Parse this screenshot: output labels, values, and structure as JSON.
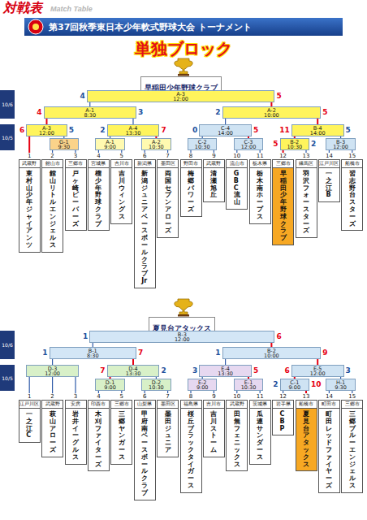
{
  "diagram": {
    "title": "第37回秋季東日本少年軟式野球大会 トーナメント",
    "nodes": [
      {
        "text": [
          "早稲田少年野球クラブ"
        ]
      },
      {
        "text": [
          "A-3",
          "12:00"
        ]
      },
      {
        "text": [
          "A-1",
          "8:30"
        ]
      },
      {
        "text": [
          "A-2",
          "10:00"
        ]
      },
      {
        "text": [
          "A-3",
          "12:00"
        ]
      },
      {
        "text": [
          "A-4",
          "13:30"
        ]
      },
      {
        "text": [
          "C-4",
          "14:00"
        ]
      },
      {
        "text": [
          "B-4",
          "14:00"
        ]
      },
      {
        "text": [
          "G-1",
          "9:30"
        ]
      },
      {
        "text": [
          "A-1",
          "9:00"
        ]
      },
      {
        "text": [
          "A-2",
          "10:30"
        ]
      },
      {
        "text": [
          "C-2",
          "10:30"
        ]
      },
      {
        "text": [
          "C-3",
          "12:00"
        ]
      },
      {
        "text": [
          "B-2",
          "10:30"
        ]
      },
      {
        "text": [
          "B-3",
          "12:00"
        ]
      },
      {
        "text": [
          "1",
          "武蔵野",
          "東村山少年ジャイアンツ"
        ]
      },
      {
        "text": [
          "2",
          "館山市",
          "館山リトルエンジェルス"
        ]
      },
      {
        "text": [
          "3",
          "三郷市",
          "戸ヶ崎ビーバーズ"
        ]
      },
      {
        "text": [
          "4",
          "宮城県",
          "榴少年野球クラブ"
        ]
      },
      {
        "text": [
          "5",
          "吉川市",
          "吉川ウィングス"
        ]
      },
      {
        "text": [
          "6",
          "新潟県",
          "新潟ジュニアベースボールクラブJr"
        ]
      },
      {
        "text": [
          "7",
          "墨田区",
          "両国セブンアローズ"
        ]
      },
      {
        "text": [
          "8",
          "野田市",
          "梅郷パワーズ"
        ]
      },
      {
        "text": [
          "9",
          "武蔵野",
          "清瀬旭丘"
        ]
      },
      {
        "text": [
          "10",
          "流山市",
          "GBC流山"
        ]
      },
      {
        "text": [
          "11",
          "栃木県",
          "栃木南ホープス"
        ]
      },
      {
        "text": [
          "12",
          "三郷市",
          "早稲田少年野球クラブ"
        ]
      },
      {
        "text": [
          "13",
          "練馬区",
          "羽沢フォースターズ"
        ]
      },
      {
        "text": [
          "14",
          "江戸川区",
          "一之江B"
        ]
      },
      {
        "text": [
          "15",
          "船橋市",
          "習志野台スターズ"
        ]
      },
      {
        "text": [
          "夏見台アタックス"
        ]
      },
      {
        "text": [
          "B-3",
          "12:00"
        ]
      },
      {
        "text": [
          "B-1",
          "8:30"
        ]
      },
      {
        "text": [
          "B-2",
          "10:00"
        ]
      },
      {
        "text": [
          "D-3",
          "12:00"
        ]
      },
      {
        "text": [
          "D-4",
          "13:30"
        ]
      },
      {
        "text": [
          "E-4",
          "13:30"
        ]
      },
      {
        "text": [
          "E-5",
          "12:00"
        ]
      },
      {
        "text": [
          "D-1",
          "9:00"
        ]
      },
      {
        "text": [
          "D-2",
          "10:30"
        ]
      },
      {
        "text": [
          "E-2",
          "9:00"
        ]
      },
      {
        "text": [
          "E-1",
          "10:30"
        ]
      },
      {
        "text": [
          "C-1",
          "9:00"
        ]
      },
      {
        "text": [
          "H-1",
          "9:30"
        ]
      },
      {
        "text": [
          "1",
          "江戸川区",
          "一之江C"
        ]
      },
      {
        "text": [
          "2",
          "武蔵野",
          "萩山アローズ"
        ]
      },
      {
        "text": [
          "3",
          "安房",
          "岩井イーグルス"
        ]
      },
      {
        "text": [
          "4",
          "印西市",
          "木刈ファイターズ"
        ]
      },
      {
        "text": [
          "5",
          "三郷市",
          "三郷ヤンガース"
        ]
      },
      {
        "text": [
          "6",
          "山梨県",
          "甲府南ベースボールクラブ"
        ]
      },
      {
        "text": [
          "7",
          "墨田区",
          "墨田ジュニア"
        ]
      },
      {
        "text": [
          "8",
          "福島県",
          "桜丘ブラックタイガース"
        ]
      },
      {
        "text": [
          "9",
          "吉川市",
          "吉川ストーム"
        ]
      },
      {
        "text": [
          "10",
          "武蔵野",
          "田無フェニックス"
        ]
      },
      {
        "text": [
          "11",
          "茨城県",
          "瓜連サンダース"
        ]
      },
      {
        "text": [
          "12",
          "岩手県",
          "CBP"
        ]
      },
      {
        "text": [
          "13",
          "船橋市",
          "夏見台アタックス"
        ]
      },
      {
        "text": [
          "14",
          "町田市",
          "町田レッドファイヤーズ"
        ]
      },
      {
        "text": [
          "15",
          "三郷市",
          "三郷ブルーエンジェルス"
        ]
      }
    ],
    "edges": [
      {
        "from": 1,
        "to": 0,
        "arrow": "none"
      },
      {
        "from": 2,
        "to": 1,
        "arrow": "none"
      },
      {
        "from": 3,
        "to": 1,
        "arrow": "none"
      },
      {
        "from": 4,
        "to": 2,
        "arrow": "none"
      },
      {
        "from": 5,
        "to": 2,
        "arrow": "none"
      },
      {
        "from": 6,
        "to": 3,
        "arrow": "none"
      },
      {
        "from": 7,
        "to": 3,
        "arrow": "none"
      },
      {
        "from": 15,
        "to": 4,
        "arrow": "none"
      },
      {
        "from": 8,
        "to": 4,
        "arrow": "none"
      },
      {
        "from": 16,
        "to": 8,
        "arrow": "none"
      },
      {
        "from": 17,
        "to": 8,
        "arrow": "none"
      },
      {
        "from": 9,
        "to": 5,
        "arrow": "none"
      },
      {
        "from": 10,
        "to": 5,
        "arrow": "none"
      },
      {
        "from": 18,
        "to": 9,
        "arrow": "none"
      },
      {
        "from": 19,
        "to": 9,
        "arrow": "none"
      },
      {
        "from": 20,
        "to": 10,
        "arrow": "none"
      },
      {
        "from": 21,
        "to": 10,
        "arrow": "none"
      },
      {
        "from": 11,
        "to": 6,
        "arrow": "none"
      },
      {
        "from": 12,
        "to": 6,
        "arrow": "none"
      },
      {
        "from": 22,
        "to": 11,
        "arrow": "none"
      },
      {
        "from": 23,
        "to": 11,
        "arrow": "none"
      },
      {
        "from": 24,
        "to": 12,
        "arrow": "none"
      },
      {
        "from": 25,
        "to": 12,
        "arrow": "none"
      },
      {
        "from": 13,
        "to": 7,
        "arrow": "none"
      },
      {
        "from": 14,
        "to": 7,
        "arrow": "none"
      },
      {
        "from": 26,
        "to": 13,
        "arrow": "none"
      },
      {
        "from": 27,
        "to": 13,
        "arrow": "none"
      },
      {
        "from": 28,
        "to": 14,
        "arrow": "none"
      },
      {
        "from": 29,
        "to": 14,
        "arrow": "none"
      },
      {
        "from": 31,
        "to": 30,
        "arrow": "none"
      },
      {
        "from": 32,
        "to": 31,
        "arrow": "none"
      },
      {
        "from": 33,
        "to": 31,
        "arrow": "none"
      },
      {
        "from": 34,
        "to": 32,
        "arrow": "none"
      },
      {
        "from": 35,
        "to": 32,
        "arrow": "none"
      },
      {
        "from": 36,
        "to": 33,
        "arrow": "none"
      },
      {
        "from": 37,
        "to": 33,
        "arrow": "none"
      },
      {
        "from": 44,
        "to": 34,
        "arrow": "none"
      },
      {
        "from": 45,
        "to": 34,
        "arrow": "none"
      },
      {
        "from": 46,
        "to": 34,
        "arrow": "none"
      },
      {
        "from": 38,
        "to": 35,
        "arrow": "none"
      },
      {
        "from": 39,
        "to": 35,
        "arrow": "none"
      },
      {
        "from": 47,
        "to": 38,
        "arrow": "none"
      },
      {
        "from": 48,
        "to": 38,
        "arrow": "none"
      },
      {
        "from": 49,
        "to": 39,
        "arrow": "none"
      },
      {
        "from": 50,
        "to": 39,
        "arrow": "none"
      },
      {
        "from": 40,
        "to": 36,
        "arrow": "none"
      },
      {
        "from": 41,
        "to": 36,
        "arrow": "none"
      },
      {
        "from": 51,
        "to": 40,
        "arrow": "none"
      },
      {
        "from": 52,
        "to": 40,
        "arrow": "none"
      },
      {
        "from": 53,
        "to": 41,
        "arrow": "none"
      },
      {
        "from": 54,
        "to": 41,
        "arrow": "none"
      },
      {
        "from": 42,
        "to": 37,
        "arrow": "none"
      },
      {
        "from": 43,
        "to": 37,
        "arrow": "none"
      },
      {
        "from": 55,
        "to": 42,
        "arrow": "none"
      },
      {
        "from": 56,
        "to": 42,
        "arrow": "none"
      },
      {
        "from": 57,
        "to": 43,
        "arrow": "none"
      },
      {
        "from": 58,
        "to": 43,
        "arrow": "none"
      }
    ],
    "labels": [
      "対戦表",
      "Match Table",
      "単独ブロック",
      "10/6",
      "10/5",
      "10/6",
      "10/5",
      "4",
      "5",
      "4",
      "3",
      "2",
      "5",
      "6",
      "5",
      "2",
      "7",
      "0",
      "5",
      "11",
      "5",
      "5",
      "2",
      "1",
      "6",
      "1",
      "7",
      "1",
      "9",
      "7",
      "2",
      "3",
      "5",
      "6",
      "3",
      "2",
      "10"
    ]
  }
}
